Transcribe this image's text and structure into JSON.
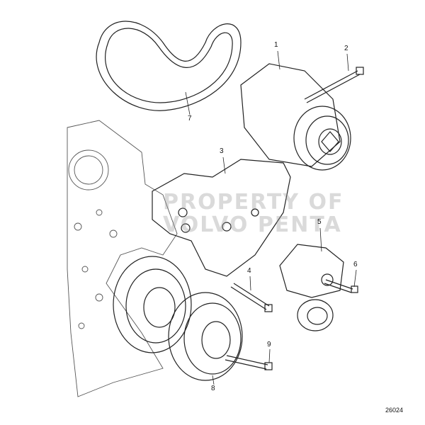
{
  "diagram": {
    "callouts": [
      "1",
      "2",
      "3",
      "4",
      "5",
      "6",
      "7",
      "8",
      "9"
    ],
    "reference_number": "26024",
    "watermark": [
      "PROPERTY OF",
      "VOLVO PENTA"
    ],
    "parts": [
      "compressor",
      "bolt",
      "bracket",
      "bolt",
      "belt-tensioner",
      "bolt",
      "drive-belt",
      "pulley",
      "bolt"
    ]
  }
}
